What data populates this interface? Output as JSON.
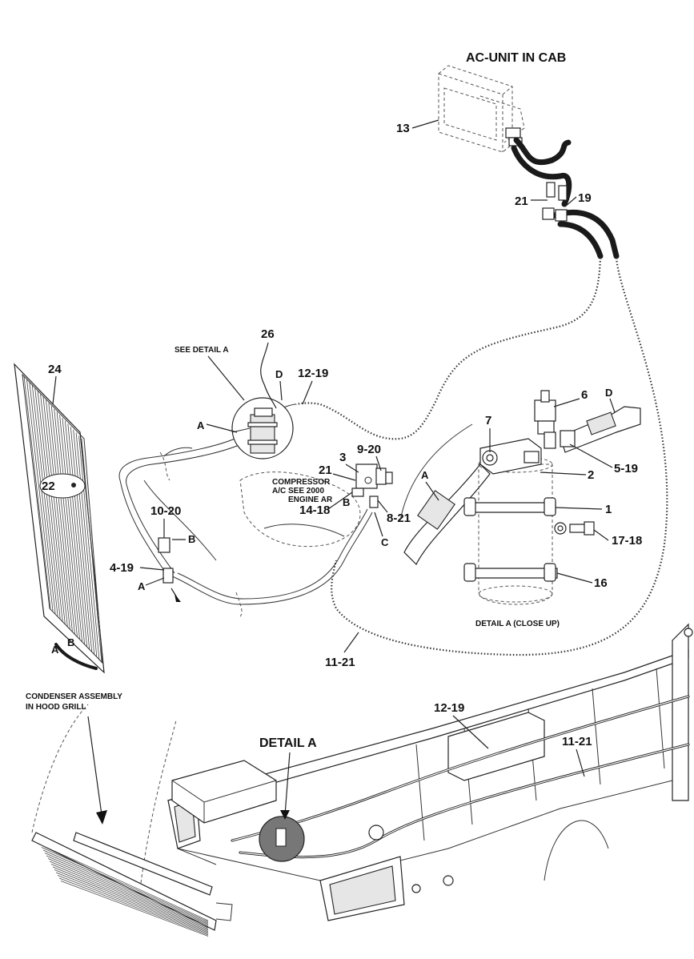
{
  "titles": {
    "ac_unit": "AC-UNIT IN CAB",
    "see_detail_a": "SEE DETAIL A",
    "detail_a_close_up": "DETAIL A (CLOSE UP)",
    "detail_a": "DETAIL A",
    "condenser_line1": "CONDENSER ASSEMBLY",
    "condenser_line2": "IN HOOD GRILL",
    "compressor_line1": "COMPRESSOR",
    "compressor_line2": "A/C SEE 2000",
    "compressor_line3": "ENGINE AR"
  },
  "callouts": {
    "c13": "13",
    "c21_top": "21",
    "c19_top": "19",
    "c26": "26",
    "c12_19_top": "12-19",
    "c24": "24",
    "c22": "22",
    "c10_20": "10-20",
    "c4_19": "4-19",
    "c3": "3",
    "c9_20": "9-20",
    "c21_mid": "21",
    "c14_18": "14-18",
    "c8_21": "8-21",
    "c11_21_mid": "11-21",
    "c6": "6",
    "c7": "7",
    "c2": "2",
    "c5_19": "5-19",
    "c1": "1",
    "c17_18": "17-18",
    "c16": "16",
    "c12_19_bot": "12-19",
    "c11_21_bot": "11-21"
  },
  "letters": {
    "d1": "D",
    "d2": "D",
    "a1": "A",
    "a2": "A",
    "a3": "A",
    "a4": "A",
    "b1": "B",
    "b2": "B",
    "b3": "B",
    "c1": "C"
  }
}
